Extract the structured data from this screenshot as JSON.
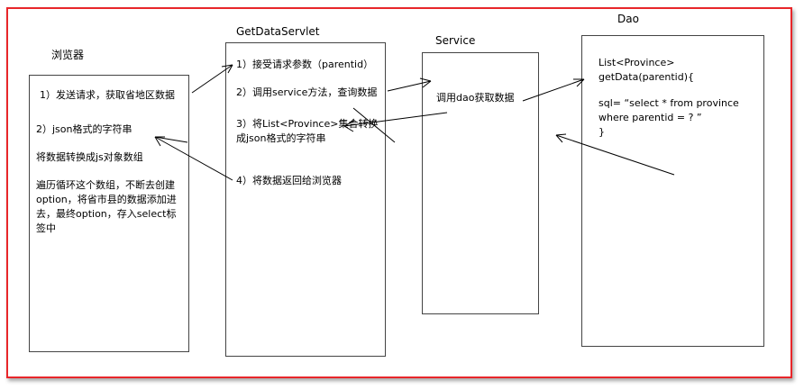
{
  "browser": {
    "title": "浏览器",
    "lines": [
      "1）发送请求，获取省地区数据",
      "2）json格式的字符串",
      "将数据转换成js对象数组",
      "遍历循环这个数组，不断去创建option，将省市县的数据添加进去，最终option，存入select标签中"
    ]
  },
  "servlet": {
    "title": "GetDataServlet",
    "lines": [
      "1）接受请求参数（parentid）",
      "2）调用service方法，查询数据",
      "3）将List<Province>集合转换成json格式的字符串",
      "4）将数据返回给浏览器"
    ]
  },
  "service": {
    "title": "Service",
    "lines": [
      "调用dao获取数据"
    ]
  },
  "dao": {
    "title": "Dao",
    "lines": [
      "List<Province>  getData(parentid){",
      "sql=  “select * from province where parentid  =  ? ”",
      "}"
    ]
  },
  "colors": {
    "frame": "#e8262a",
    "box_border": "#444444",
    "arrow": "#000000"
  }
}
